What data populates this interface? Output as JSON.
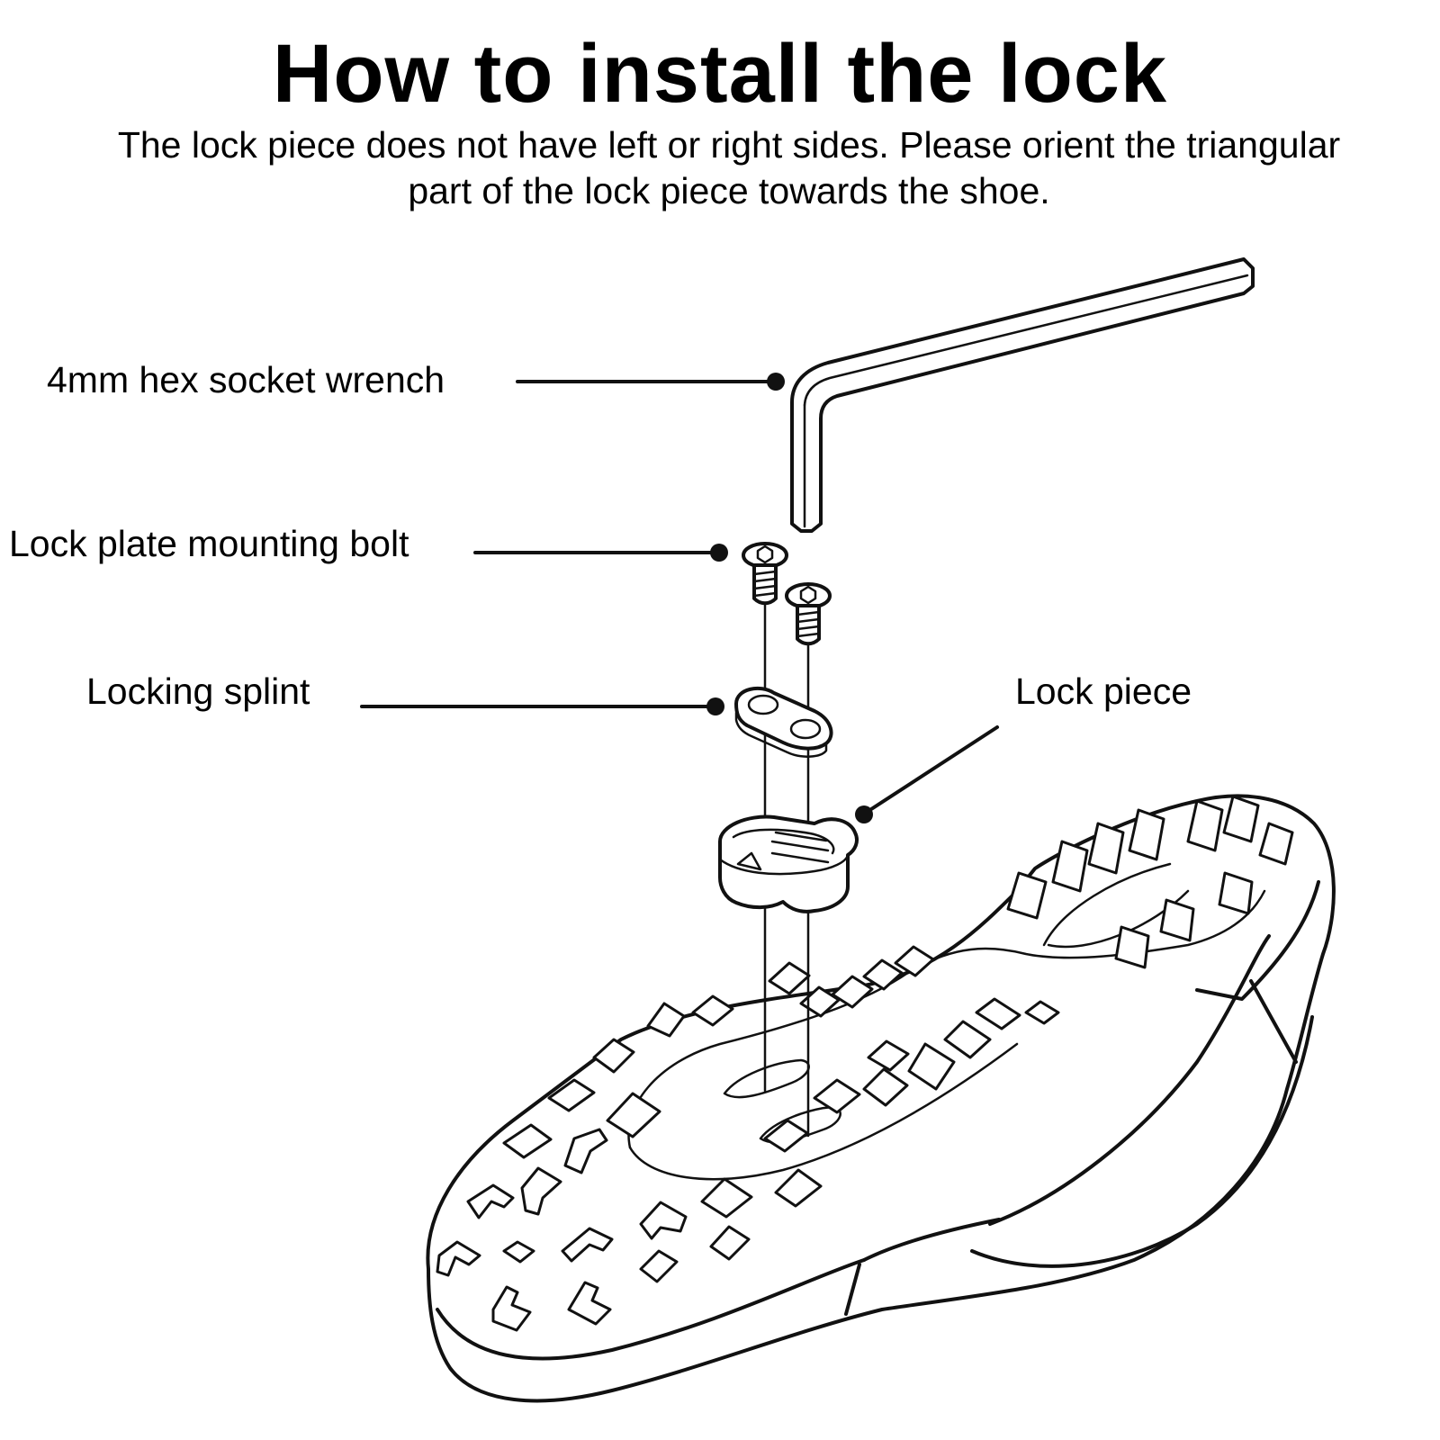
{
  "title": "How to install the lock",
  "subtitle": "The lock piece does not have left or right sides. Please orient the triangular part of the lock piece towards the shoe.",
  "labels": {
    "wrench": "4mm hex socket wrench",
    "bolt": "Lock plate mounting bolt",
    "splint": "Locking splint",
    "lock_piece": "Lock piece"
  }
}
